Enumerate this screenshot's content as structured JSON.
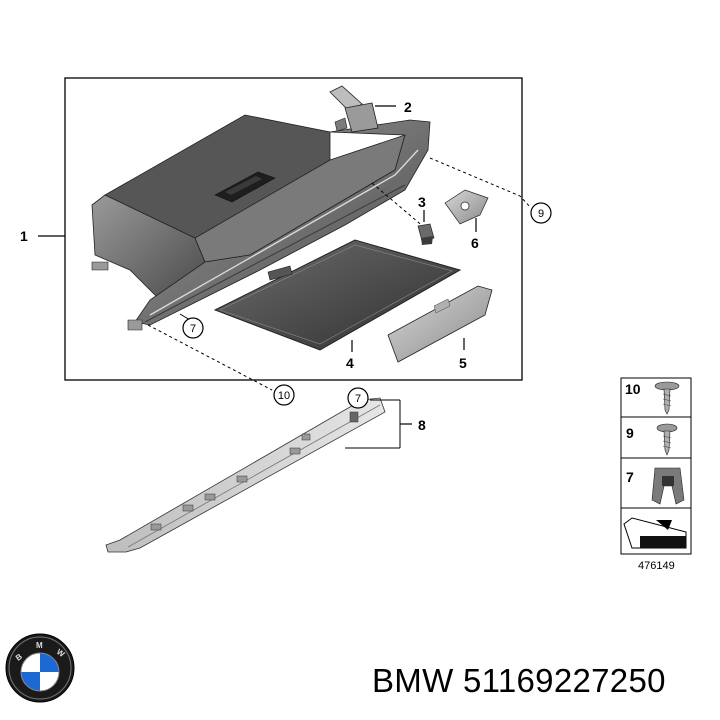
{
  "callouts": {
    "glovebox_assembly": "1",
    "lock_cylinder": "2",
    "damper": "3",
    "lid_panel": "4",
    "trim_cover": "5",
    "hinge_bracket": "6",
    "clip_glovebox": "7",
    "trim_strip": "8",
    "screw_glovebox": "9",
    "screw_lower": "10",
    "clip_strip": "7"
  },
  "legend": {
    "items": [
      {
        "number": "10",
        "icon": "flange-screw-icon"
      },
      {
        "number": "9",
        "icon": "tapping-screw-icon"
      },
      {
        "number": "7",
        "icon": "clip-nut-icon"
      }
    ],
    "last_icon": "sheet-arrow-icon"
  },
  "diagram_id": "476149",
  "brand": {
    "logo_letters": "BMW"
  },
  "caption": "BMW 51169227250",
  "colors": {
    "line": "#000000",
    "part_dark": "#5a5a5a",
    "part_mid": "#8c8c8c",
    "part_light": "#c4c4c4",
    "logo_blue": "#1c69d4"
  }
}
